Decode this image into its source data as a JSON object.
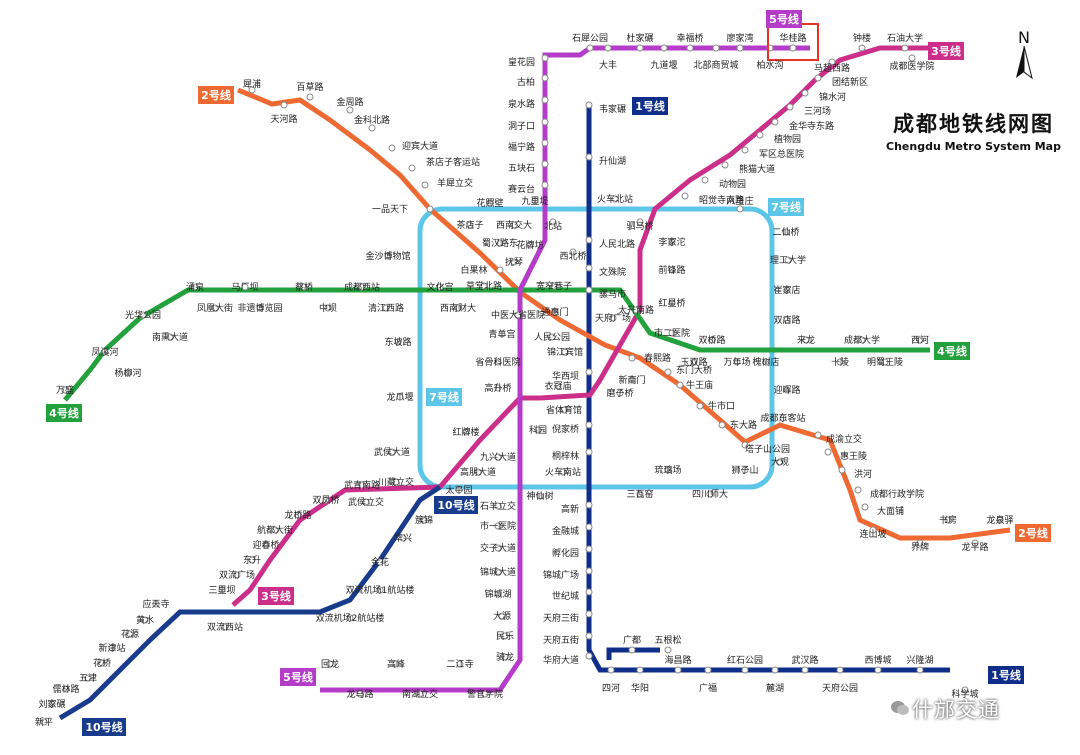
{
  "title": {
    "cn": "成都地铁线网图",
    "en": "Chengdu Metro System Map"
  },
  "compass_label": "N",
  "watermark": "什邡交通",
  "colors": {
    "line1": "#0f2e8a",
    "line2": "#ef6a33",
    "line3": "#cc2f8a",
    "line4": "#22a13c",
    "line5": "#b43cc8",
    "line7": "#5cc6e8",
    "line10": "#183b8c",
    "highlight": "#e53328"
  },
  "highlight_box": {
    "label": "华桂路"
  },
  "lines": [
    {
      "id": "line1",
      "name": "1号线",
      "color": "#0f2e8a"
    },
    {
      "id": "line2",
      "name": "2号线",
      "color": "#ef6a33"
    },
    {
      "id": "line3",
      "name": "3号线",
      "color": "#cc2f8a"
    },
    {
      "id": "line4",
      "name": "4号线",
      "color": "#22a13c"
    },
    {
      "id": "line5",
      "name": "5号线",
      "color": "#b43cc8"
    },
    {
      "id": "line7",
      "name": "7号线",
      "color": "#5cc6e8"
    },
    {
      "id": "line10",
      "name": "10号线",
      "color": "#183b8c"
    }
  ],
  "stations": [
    "石犀公园",
    "杜家碾",
    "幸福桥",
    "廖家湾",
    "华桂路",
    "钟楼",
    "石油大学",
    "大丰",
    "九道堰",
    "北部商贸城",
    "柏水沟",
    "马超西路",
    "成都医学院",
    "团结新区",
    "锦水河",
    "三河场",
    "金华寺东路",
    "植物园",
    "军区总医院",
    "熊猫大道",
    "动物园",
    "昭觉寺南路",
    "驷马桥",
    "八里庄",
    "皇花园",
    "古柏",
    "泉水路",
    "洞子口",
    "福宁路",
    "五块石",
    "赛云台",
    "九里堤",
    "北站",
    "西北桥",
    "韦家碾",
    "升仙湖",
    "火车北站",
    "人民北路",
    "文殊院",
    "骡马市",
    "天府广场",
    "锦江宾馆",
    "华西坝",
    "省体育馆",
    "倪家桥",
    "桐梓林",
    "火车南站",
    "高新",
    "金融城",
    "孵化园",
    "锦城广场",
    "世纪城",
    "天府三街",
    "天府五街",
    "华府大道",
    "四河",
    "华阳",
    "海昌路",
    "广福",
    "红石公园",
    "麓湖",
    "武汉路",
    "天府公园",
    "西博城",
    "兴隆湖",
    "科学城",
    "广都",
    "五根松",
    "犀浦",
    "天河路",
    "百草路",
    "金周路",
    "金科北路",
    "迎宾大道",
    "茶店子客运站",
    "羊犀立交",
    "一品天下",
    "蜀汉路东",
    "白果林",
    "中医大省医院",
    "人民公园",
    "春熙路",
    "东门大桥",
    "牛王庙",
    "牛市口",
    "东大路",
    "塔子山公园",
    "成都东客站",
    "成渝立交",
    "惠王陵",
    "洪河",
    "成都行政学院",
    "大面铺",
    "连山坡",
    "界牌",
    "书房",
    "龙平路",
    "龙泉驿",
    "万年场",
    "槐树店",
    "来龙",
    "十陵",
    "成都大学",
    "明蜀王陵",
    "西河",
    "双桥路",
    "玉双路",
    "市二医院",
    "太升南路",
    "宽窄巷子",
    "通惠门",
    "草堂北路",
    "西南财大",
    "文化宫",
    "清江西路",
    "中坝",
    "蔡桥",
    "非遗博览园",
    "成都西站",
    "凤凰大街",
    "马厂坝",
    "涌泉",
    "光华公园",
    "南熏大道",
    "凤溪河",
    "杨柳河",
    "万盛",
    "花照壁",
    "茶店子",
    "西南交大",
    "二仙桥",
    "理工大学",
    "崔家店",
    "双店路",
    "迎晖路",
    "成都东客站",
    "大观",
    "狮子山",
    "四川师大",
    "琉璃场",
    "三瓦窑",
    "太平园",
    "川藏立交",
    "武侯大道",
    "龙爪堰",
    "东坡路",
    "金沙博物馆",
    "花牌坊",
    "抚琴",
    "前锋路",
    "李家沱",
    "红星桥",
    "新南门",
    "磨子桥",
    "衣冠庙",
    "高升桥",
    "红牌楼",
    "九兴大道",
    "高朋大道",
    "青羊宫",
    "省骨科医院",
    "科园",
    "武青南路",
    "双凤桥",
    "武侯立交",
    "龙桥路",
    "航都大街",
    "迎春桥",
    "东升",
    "双流广场",
    "三里坝",
    "双流西站",
    "簇锦",
    "华兴",
    "金花",
    "双流机场1航站楼",
    "双流机场2航站楼",
    "应天寺",
    "黄水",
    "花源",
    "新津站",
    "花桥",
    "五津",
    "儒林路",
    "刘家碾",
    "新平",
    "石羊立交",
    "市一医院",
    "交子大道",
    "锦城大道",
    "锦城湖",
    "大源",
    "民乐",
    "骑龙",
    "神仙树",
    "龙马路",
    "回龙",
    "高峰",
    "南湖立交",
    "二江寺",
    "警官学院",
    "牛市口"
  ]
}
